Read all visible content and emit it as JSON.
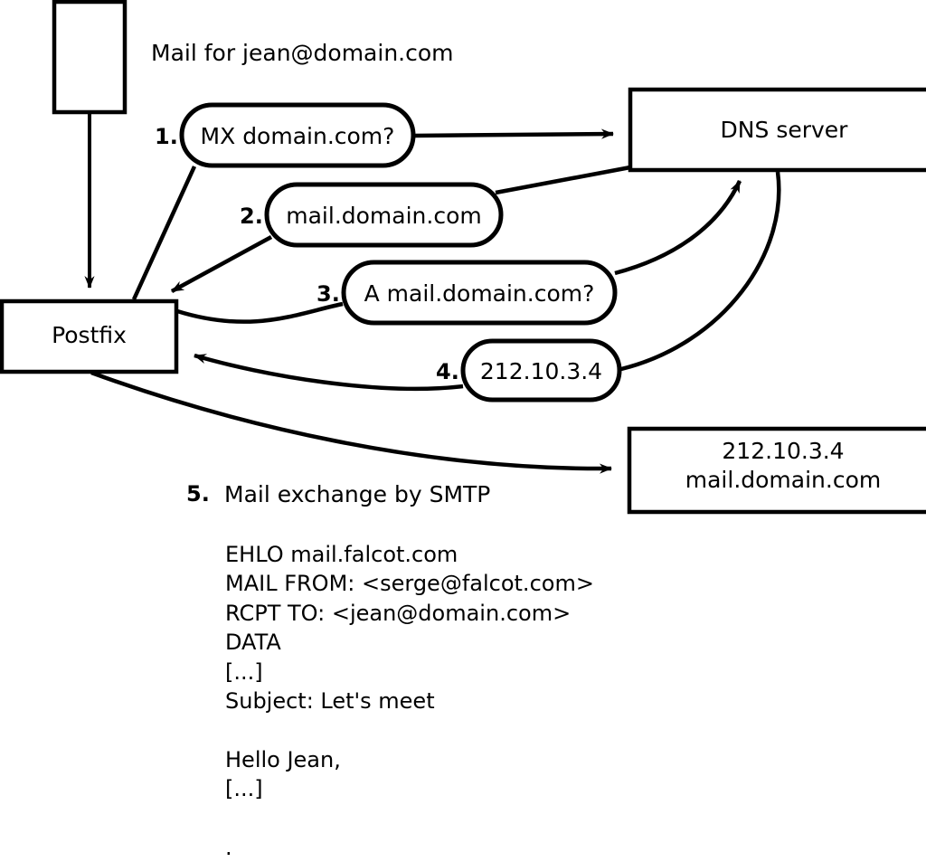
{
  "diagram": {
    "title_text": "Mail for jean@domain.com",
    "nodes": [
      {
        "id": "client-box",
        "label": ""
      },
      {
        "id": "postfix-box",
        "label": "Postfix"
      },
      {
        "id": "dns-server-box",
        "label": "DNS server"
      },
      {
        "id": "target-mx-box",
        "label_line1": "212.10.3.4",
        "label_line2": "mail.domain.com"
      }
    ],
    "steps": [
      {
        "num": "1.",
        "text": "MX domain.com?"
      },
      {
        "num": "2.",
        "text": "mail.domain.com"
      },
      {
        "num": "3.",
        "text": "A mail.domain.com?"
      },
      {
        "num": "4.",
        "text": "212.10.3.4"
      },
      {
        "num": "5.",
        "text": "Mail exchange by SMTP"
      }
    ],
    "smtp_transcript": [
      "EHLO mail.falcot.com",
      "MAIL FROM: <serge@falcot.com>",
      "RCPT TO: <jean@domain.com>",
      "DATA",
      "[...]",
      "Subject: Let's meet",
      "",
      "Hello Jean,",
      "[...]",
      "",
      "."
    ],
    "smtp_transcript_text": "EHLO mail.falcot.com\nMAIL FROM: <serge@falcot.com>\nRCPT TO: <jean@domain.com>\nDATA\n[...]\nSubject: Let's meet\n\nHello Jean,\n[...]\n\n.",
    "colors": {
      "stroke": "#000000",
      "fill": "#ffffff",
      "text": "#000000"
    }
  }
}
